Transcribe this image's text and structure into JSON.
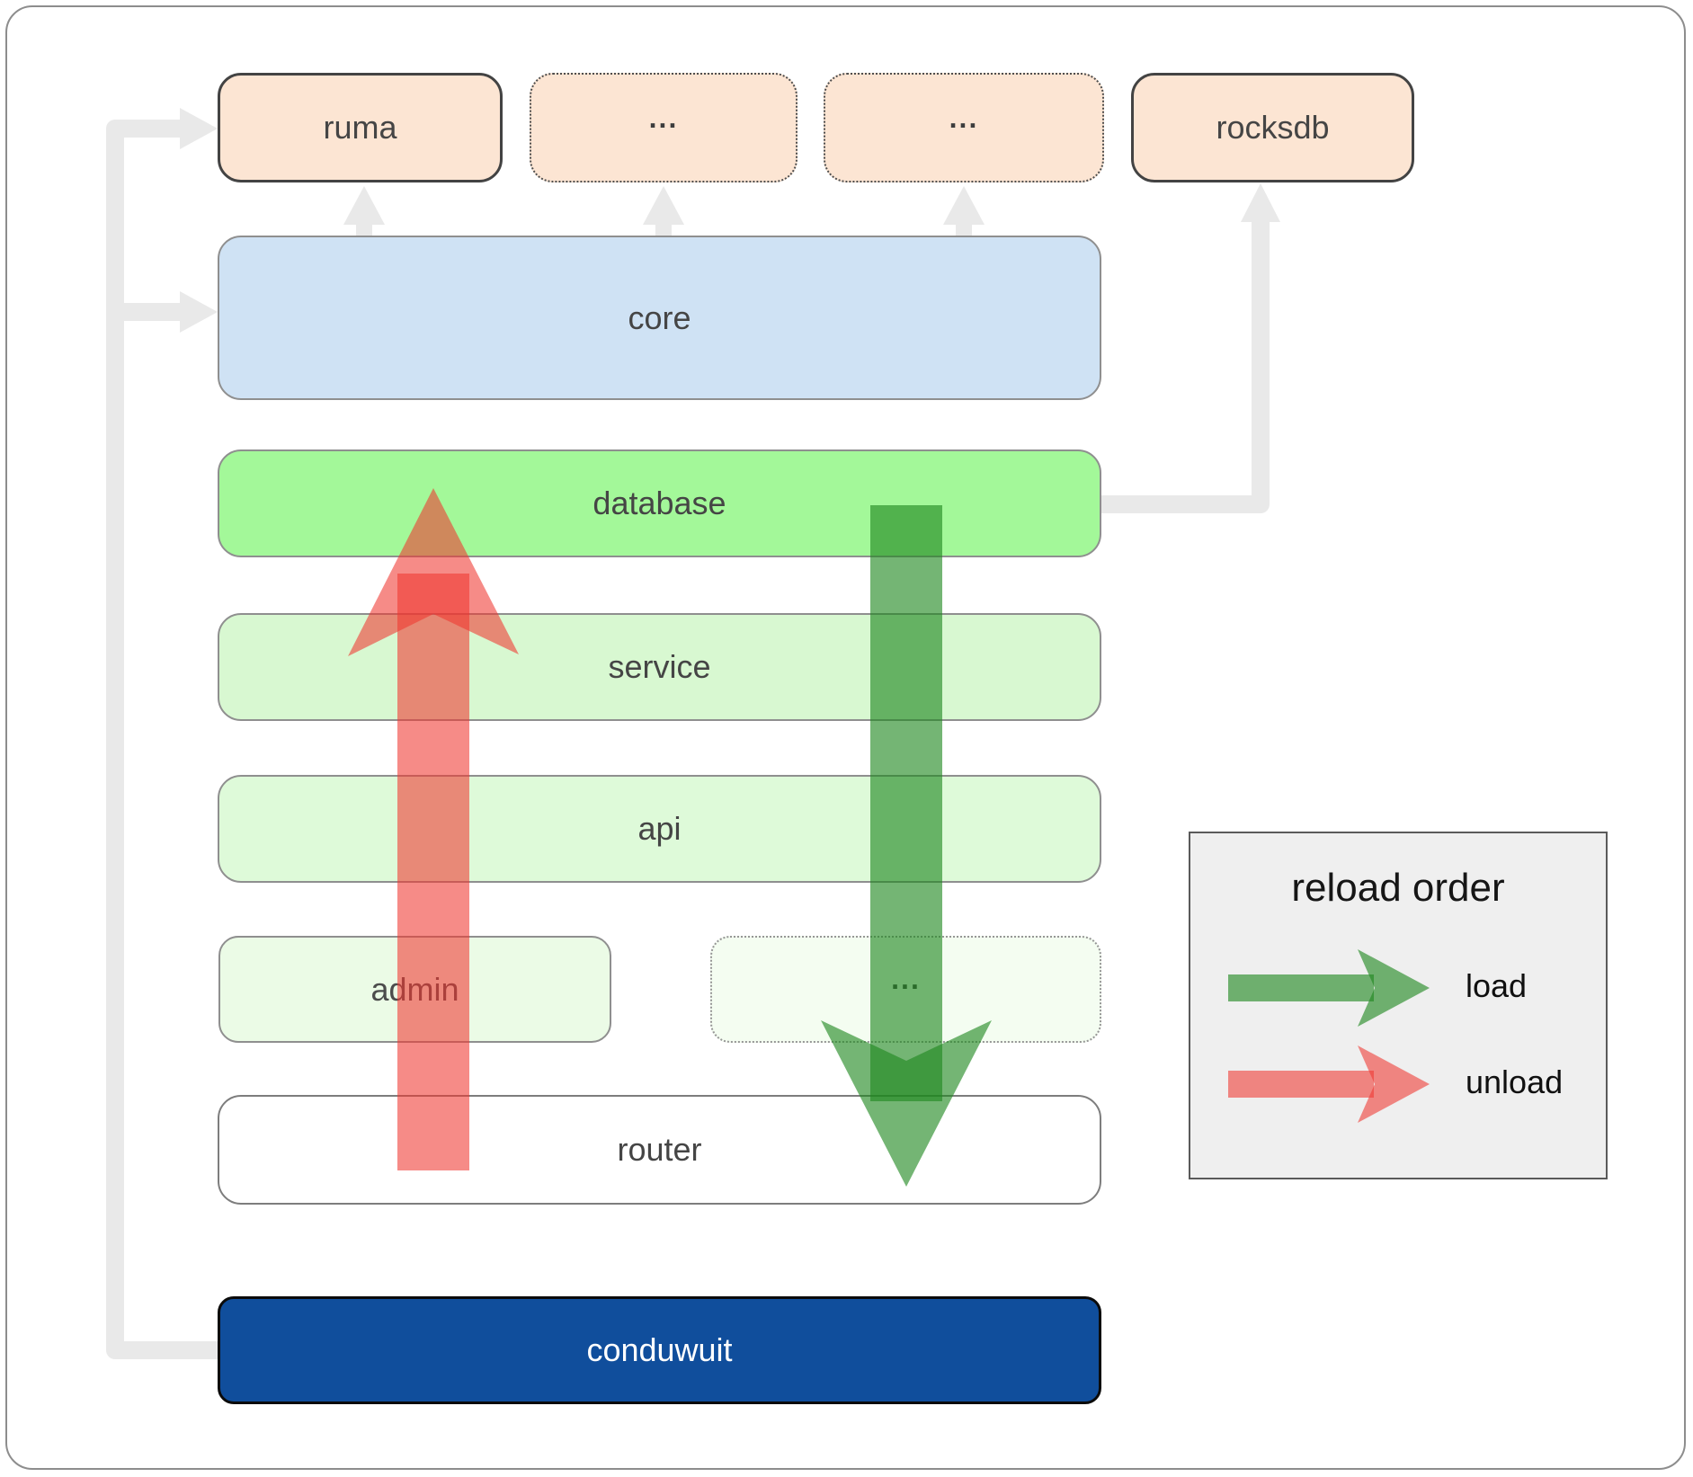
{
  "diagram": {
    "top_row": [
      {
        "label": "ruma",
        "border": "solid"
      },
      {
        "label": "...",
        "border": "dotted"
      },
      {
        "label": "...",
        "border": "dotted"
      },
      {
        "label": "rocksdb",
        "border": "solid"
      }
    ],
    "layers": [
      {
        "label": "core"
      },
      {
        "label": "database"
      },
      {
        "label": "service"
      },
      {
        "label": "api"
      }
    ],
    "admin_row": [
      {
        "label": "admin"
      },
      {
        "label": "..."
      }
    ],
    "router": {
      "label": "router"
    },
    "conduwuit": {
      "label": "conduwuit"
    }
  },
  "legend": {
    "title": "reload order",
    "items": [
      {
        "label": "load",
        "color": "#1e871e"
      },
      {
        "label": "unload",
        "color": "#f03730"
      }
    ]
  },
  "colors": {
    "module_peach": "#fce5d3",
    "core_blue": "#cfe2f4",
    "database_green": "#a3f899",
    "service_green": "#d8f8d1",
    "api_green": "#defad9",
    "admin_green": "#ebfbe6",
    "ellipsis_green": "#f4fdf1",
    "router_white": "#ffffff",
    "conduwuit_blue": "#104e9c",
    "connector_gray": "#e9e9e9",
    "legend_bg": "#efefef",
    "label_dark_gray": "#454545"
  }
}
